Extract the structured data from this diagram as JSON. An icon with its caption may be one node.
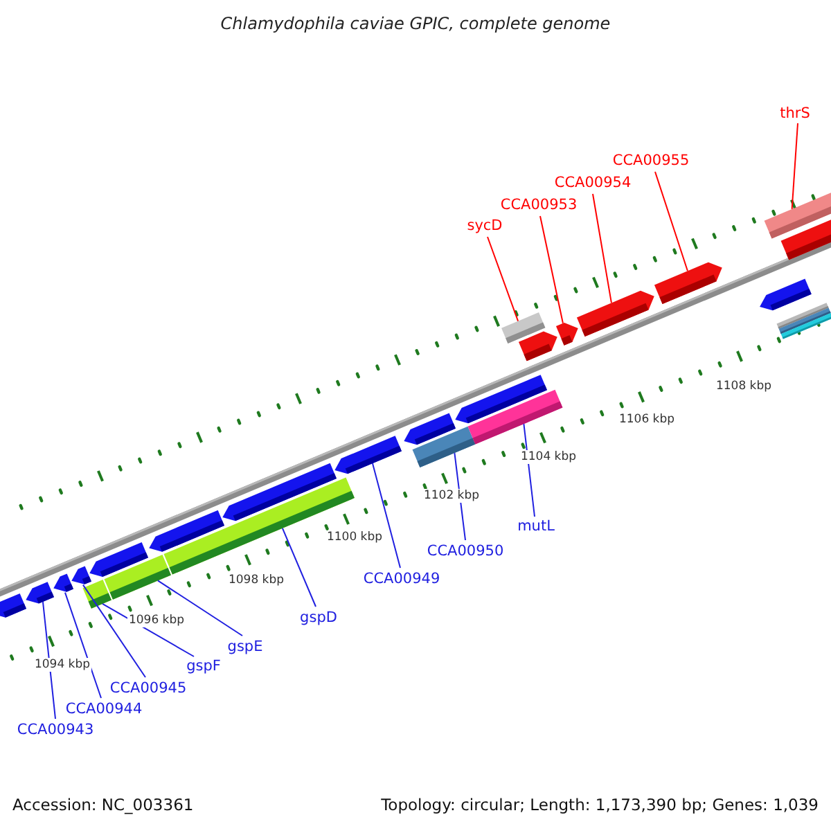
{
  "diagram": {
    "title": "Chlamydophila caviae GPIC, complete genome",
    "nodes": [
      {
        "text": [
          "CCA00943"
        ]
      },
      {
        "text": [
          "CCA00944"
        ]
      },
      {
        "text": [
          "CCA00945"
        ]
      },
      {
        "text": [
          "gspF"
        ]
      },
      {
        "text": [
          "gspE"
        ]
      },
      {
        "text": [
          "gspD"
        ]
      },
      {
        "text": [
          "CCA00949"
        ]
      },
      {
        "text": [
          "CCA00950"
        ]
      },
      {
        "text": [
          "mutL"
        ]
      },
      {
        "text": [
          "sycD"
        ]
      },
      {
        "text": [
          "CCA00953"
        ]
      },
      {
        "text": [
          "CCA00954"
        ]
      },
      {
        "text": [
          "CCA00955"
        ]
      },
      {
        "text": [
          "thrS"
        ]
      },
      {
        "text": [],
        "shape": "arrow"
      },
      {
        "text": [],
        "shape": "arrow"
      },
      {
        "text": [],
        "shape": "arrow"
      },
      {
        "text": [],
        "shape": "bar"
      },
      {
        "text": [],
        "shape": "bar"
      },
      {
        "text": [],
        "shape": "bar"
      },
      {
        "text": [],
        "shape": "arrow"
      },
      {
        "text": [],
        "shape": "bar"
      },
      {
        "text": [],
        "shape": "bar"
      },
      {
        "text": [],
        "shape": "bar"
      },
      {
        "text": [],
        "shape": "arrow"
      },
      {
        "text": [],
        "shape": "arrow"
      },
      {
        "text": [],
        "shape": "arrow"
      },
      {
        "text": [],
        "shape": "bar"
      }
    ],
    "edges": [
      {
        "from": 0,
        "to": 14,
        "arrow": "none"
      },
      {
        "from": 1,
        "to": 15,
        "arrow": "none"
      },
      {
        "from": 2,
        "to": 16,
        "arrow": "none"
      },
      {
        "from": 3,
        "to": 17,
        "arrow": "none"
      },
      {
        "from": 4,
        "to": 18,
        "arrow": "none"
      },
      {
        "from": 5,
        "to": 19,
        "arrow": "none"
      },
      {
        "from": 6,
        "to": 20,
        "arrow": "none"
      },
      {
        "from": 7,
        "to": 21,
        "arrow": "none"
      },
      {
        "from": 8,
        "to": 22,
        "arrow": "none"
      },
      {
        "from": 9,
        "to": 23,
        "arrow": "none",
        "color": "#ff0000"
      },
      {
        "from": 10,
        "to": 24,
        "arrow": "none",
        "color": "#ff0000"
      },
      {
        "from": 11,
        "to": 25,
        "arrow": "none",
        "color": "#ff0000"
      },
      {
        "from": 12,
        "to": 26,
        "arrow": "none",
        "color": "#ff0000"
      },
      {
        "from": 13,
        "to": 27,
        "arrow": "none",
        "color": "#ff0000"
      }
    ],
    "labels": [
      "1094 kbp",
      "1096 kbp",
      "1098 kbp",
      "1100 kbp",
      "1102 kbp",
      "1104 kbp",
      "1106 kbp",
      "1108 kbp",
      "Accession: NC_003361",
      "Topology: circular; Length: 1,173,390 bp; Genes: 1,039"
    ]
  }
}
